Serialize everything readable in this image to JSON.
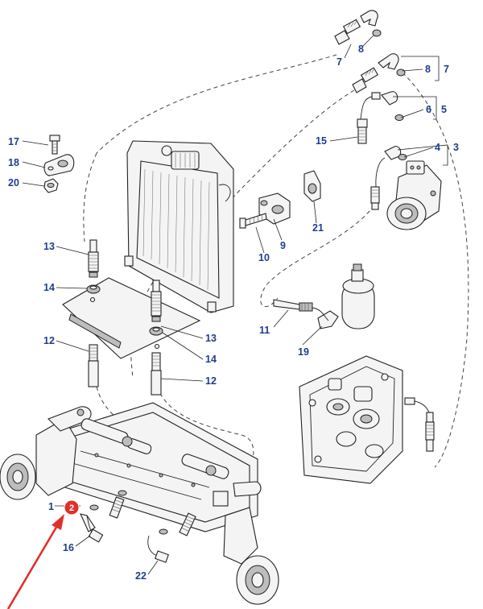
{
  "callouts": {
    "c1": "1",
    "c2": "2",
    "c3": "3",
    "c4": "4",
    "c5": "5",
    "c6": "6",
    "c7a": "7",
    "c7b": "7",
    "c8a": "8",
    "c8b": "8",
    "c9": "9",
    "c10": "10",
    "c11": "11",
    "c12a": "12",
    "c12b": "12",
    "c13a": "13",
    "c13b": "13",
    "c14a": "14",
    "c14b": "14",
    "c15": "15",
    "c16": "16",
    "c17": "17",
    "c18": "18",
    "c19": "19",
    "c20": "20",
    "c21": "21",
    "c22": "22"
  },
  "highlight": {
    "badge": "2",
    "color": "#e0302b"
  },
  "colors": {
    "callout_text": "#1f3d8f",
    "line": "#222222"
  }
}
